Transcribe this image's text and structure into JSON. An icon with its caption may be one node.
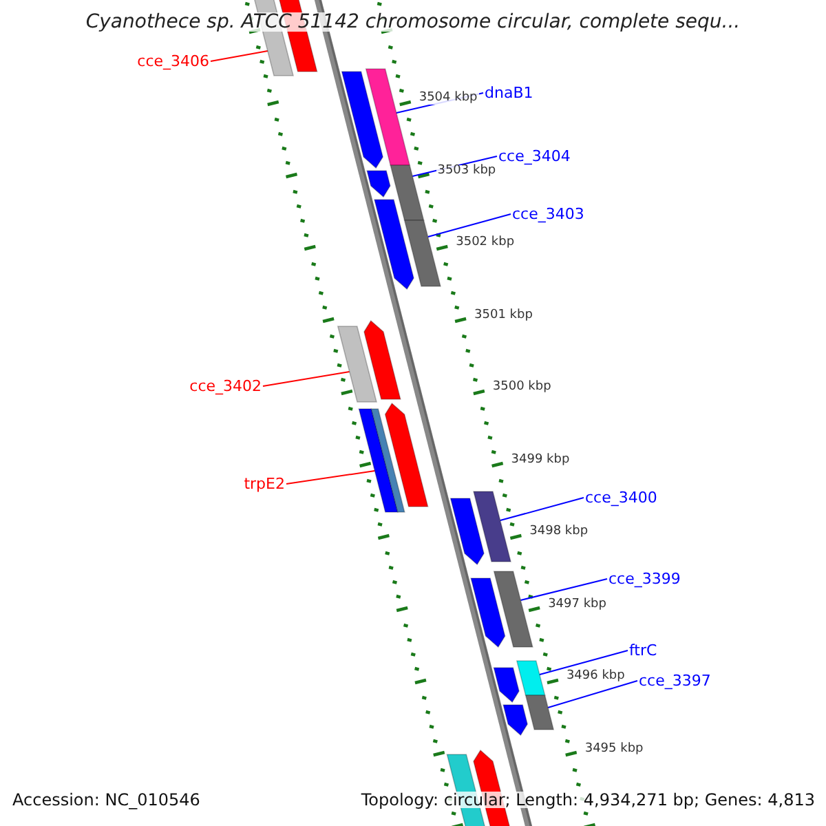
{
  "diagram": {
    "title": "Cyanothece sp. ATCC 51142 chromosome circular, complete sequ...",
    "nodes": [
      {
        "text": [
          "cce_3406"
        ]
      },
      {
        "text": [],
        "shape": "bar"
      },
      {
        "text": [
          "dnaB1"
        ]
      },
      {
        "text": [],
        "shape": "bar"
      },
      {
        "text": [
          "cce_3404"
        ]
      },
      {
        "text": [],
        "shape": "bar"
      },
      {
        "text": [
          "cce_3403"
        ]
      },
      {
        "text": [],
        "shape": "bar"
      },
      {
        "text": [
          "cce_3402"
        ]
      },
      {
        "text": [],
        "shape": "bar"
      },
      {
        "text": [
          "trpE2"
        ]
      },
      {
        "text": [],
        "shape": "bar"
      },
      {
        "text": [
          "cce_3400"
        ]
      },
      {
        "text": [],
        "shape": "bar"
      },
      {
        "text": [
          "cce_3399"
        ]
      },
      {
        "text": [],
        "shape": "bar"
      },
      {
        "text": [
          "ftrC"
        ]
      },
      {
        "text": [],
        "shape": "bar"
      },
      {
        "text": [
          "cce_3397"
        ]
      },
      {
        "text": [],
        "shape": "bar"
      }
    ],
    "edges": [
      {
        "from": 0,
        "to": 1,
        "arrow": "none",
        "color": "#ff0000"
      },
      {
        "from": 2,
        "to": 3,
        "arrow": "none"
      },
      {
        "from": 4,
        "to": 5,
        "arrow": "none"
      },
      {
        "from": 6,
        "to": 7,
        "arrow": "none"
      },
      {
        "from": 8,
        "to": 9,
        "arrow": "none",
        "color": "#ff0000"
      },
      {
        "from": 10,
        "to": 11,
        "arrow": "none",
        "color": "#ff0000"
      },
      {
        "from": 12,
        "to": 13,
        "arrow": "none"
      },
      {
        "from": 14,
        "to": 15,
        "arrow": "none"
      },
      {
        "from": 16,
        "to": 17,
        "arrow": "none"
      },
      {
        "from": 18,
        "to": 19,
        "arrow": "none"
      }
    ],
    "labels": [
      "3504 kbp",
      "3503 kbp",
      "3502 kbp",
      "3501 kbp",
      "3500 kbp",
      "3499 kbp",
      "3498 kbp",
      "3497 kbp",
      "3496 kbp",
      "3495 kbp",
      "Accession: NC_010546",
      "Topology: circular; Length: 4,934,271 bp; Genes: 4,813"
    ]
  }
}
